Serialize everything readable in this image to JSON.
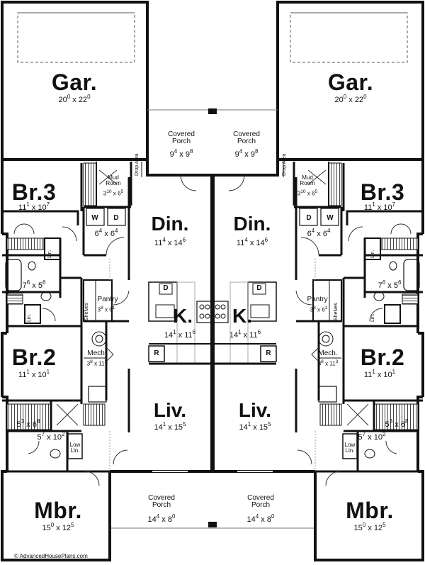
{
  "left_unit": {
    "garage": {
      "name": "Gar.",
      "width": "20",
      "width_in": "0",
      "depth": "22",
      "depth_in": "0"
    },
    "covered_porch_top": {
      "line1": "Covered",
      "line2": "Porch",
      "w": "9",
      "w_in": "4",
      "d": "9",
      "d_in": "8"
    },
    "drop_area": "Drop Area",
    "mud_room": {
      "line1": "Mud",
      "line2": "Room",
      "w": "3",
      "w_in": "10",
      "d": "6",
      "d_in": "5"
    },
    "br3": {
      "name": "Br.3",
      "w": "11",
      "w_in": "1",
      "d": "10",
      "d_in": "7"
    },
    "laundry": {
      "washer": "W",
      "dryer": "D",
      "w": "6",
      "w_in": "4",
      "d": "6",
      "d_in": "4"
    },
    "dining": {
      "name": "Din.",
      "w": "11",
      "w_in": "4",
      "d": "14",
      "d_in": "6"
    },
    "lin1": "Lin.",
    "bath1": {
      "w": "7",
      "w_in": "6",
      "d": "5",
      "d_in": "6"
    },
    "lin2": "Lin.",
    "shelves": "Shelves",
    "pantry": {
      "name": "Pantry",
      "w": "3",
      "w_in": "8",
      "d": "6",
      "d_in": "1"
    },
    "kitchen": {
      "name": "K.",
      "w": "14",
      "w_in": "1",
      "d": "11",
      "d_in": "6",
      "dishwasher": "D",
      "fridge": "R"
    },
    "br2": {
      "name": "Br.2",
      "w": "11",
      "w_in": "1",
      "d": "10",
      "d_in": "1"
    },
    "mech": {
      "name": "Mech.",
      "w": "3",
      "w_in": "8",
      "d": "11",
      "d_in": "3"
    },
    "living": {
      "name": "Liv.",
      "w": "14",
      "w_in": "1",
      "d": "15",
      "d_in": "5"
    },
    "wic": {
      "w": "5",
      "w_in": "3",
      "d": "6",
      "d_in": "8"
    },
    "master_bath": {
      "w": "5",
      "w_in": "7",
      "d": "10",
      "d_in": "2",
      "low_lin": "Low Lin."
    },
    "covered_porch_bottom": {
      "line1": "Covered",
      "line2": "Porch",
      "w": "14",
      "w_in": "4",
      "d": "8",
      "d_in": "0"
    },
    "mbr": {
      "name": "Mbr.",
      "w": "15",
      "w_in": "0",
      "d": "12",
      "d_in": "5"
    }
  },
  "right_unit": {
    "garage": {
      "name": "Gar.",
      "width": "20",
      "width_in": "0",
      "depth": "22",
      "depth_in": "0"
    },
    "covered_porch_top": {
      "line1": "Covered",
      "line2": "Porch",
      "w": "9",
      "w_in": "4",
      "d": "9",
      "d_in": "8"
    },
    "drop_area": "Drop Area",
    "mud_room": {
      "line1": "Mud",
      "line2": "Room",
      "w": "3",
      "w_in": "10",
      "d": "6",
      "d_in": "5"
    },
    "br3": {
      "name": "Br.3",
      "w": "11",
      "w_in": "1",
      "d": "10",
      "d_in": "7"
    },
    "laundry": {
      "washer": "W",
      "dryer": "D",
      "w": "6",
      "w_in": "4",
      "d": "6",
      "d_in": "4"
    },
    "dining": {
      "name": "Din.",
      "w": "11",
      "w_in": "4",
      "d": "14",
      "d_in": "6"
    },
    "lin1": "Lin.",
    "bath1": {
      "w": "7",
      "w_in": "6",
      "d": "5",
      "d_in": "6"
    },
    "lin2": "Lin.",
    "shelves": "Shelves",
    "pantry": {
      "name": "Pantry",
      "w": "3",
      "w_in": "8",
      "d": "6",
      "d_in": "1"
    },
    "kitchen": {
      "name": "K.",
      "w": "14",
      "w_in": "1",
      "d": "11",
      "d_in": "6",
      "dishwasher": "D",
      "fridge": "R"
    },
    "br2": {
      "name": "Br.2",
      "w": "11",
      "w_in": "1",
      "d": "10",
      "d_in": "1"
    },
    "mech": {
      "name": "Mech.",
      "w": "3",
      "w_in": "8",
      "d": "11",
      "d_in": "3"
    },
    "living": {
      "name": "Liv.",
      "w": "14",
      "w_in": "1",
      "d": "15",
      "d_in": "5"
    },
    "wic": {
      "w": "5",
      "w_in": "3",
      "d": "6",
      "d_in": "8"
    },
    "master_bath": {
      "w": "5",
      "w_in": "7",
      "d": "10",
      "d_in": "2",
      "low_lin": "Low Lin."
    },
    "covered_porch_bottom": {
      "line1": "Covered",
      "line2": "Porch",
      "w": "14",
      "w_in": "4",
      "d": "8",
      "d_in": "0"
    },
    "mbr": {
      "name": "Mbr.",
      "w": "15",
      "w_in": "0",
      "d": "12",
      "d_in": "5"
    }
  },
  "copyright": "© AdvancedHousePlans.com",
  "colors": {
    "wall": "#111111",
    "line": "#222222",
    "background": "#ffffff",
    "light": "#999999"
  }
}
